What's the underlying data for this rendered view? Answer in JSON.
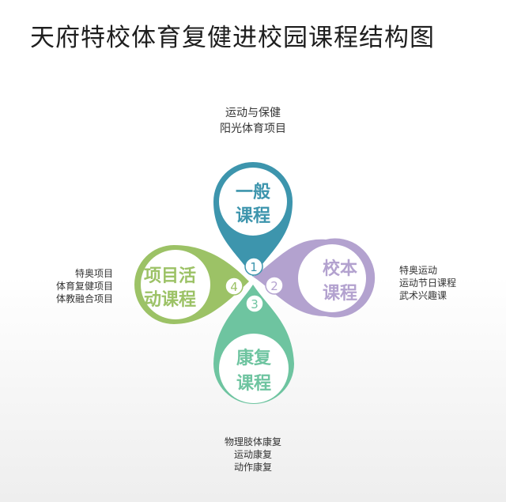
{
  "title": "天府特校体育复健进校园课程结构图",
  "petals": {
    "top": {
      "lines": [
        "一般",
        "课程"
      ],
      "number": "1",
      "color": "#3d95ad",
      "notes": [
        "运动与保健",
        "阳光体育项目"
      ]
    },
    "right": {
      "lines": [
        "校本",
        "课程"
      ],
      "number": "2",
      "color": "#b3a2cf",
      "notes": [
        "特奥运动",
        "运动节日课程",
        "武术兴趣课"
      ]
    },
    "bottom": {
      "lines": [
        "康复",
        "课程"
      ],
      "number": "3",
      "color": "#6ec4a0",
      "notes": [
        "物理肢体康复",
        "运动康复",
        "动作康复"
      ]
    },
    "left": {
      "lines": [
        "项目活",
        "动课程"
      ],
      "number": "4",
      "color": "#9cc266",
      "notes": [
        "特奥项目",
        "体育复健项目",
        "体教融合项目"
      ]
    }
  }
}
